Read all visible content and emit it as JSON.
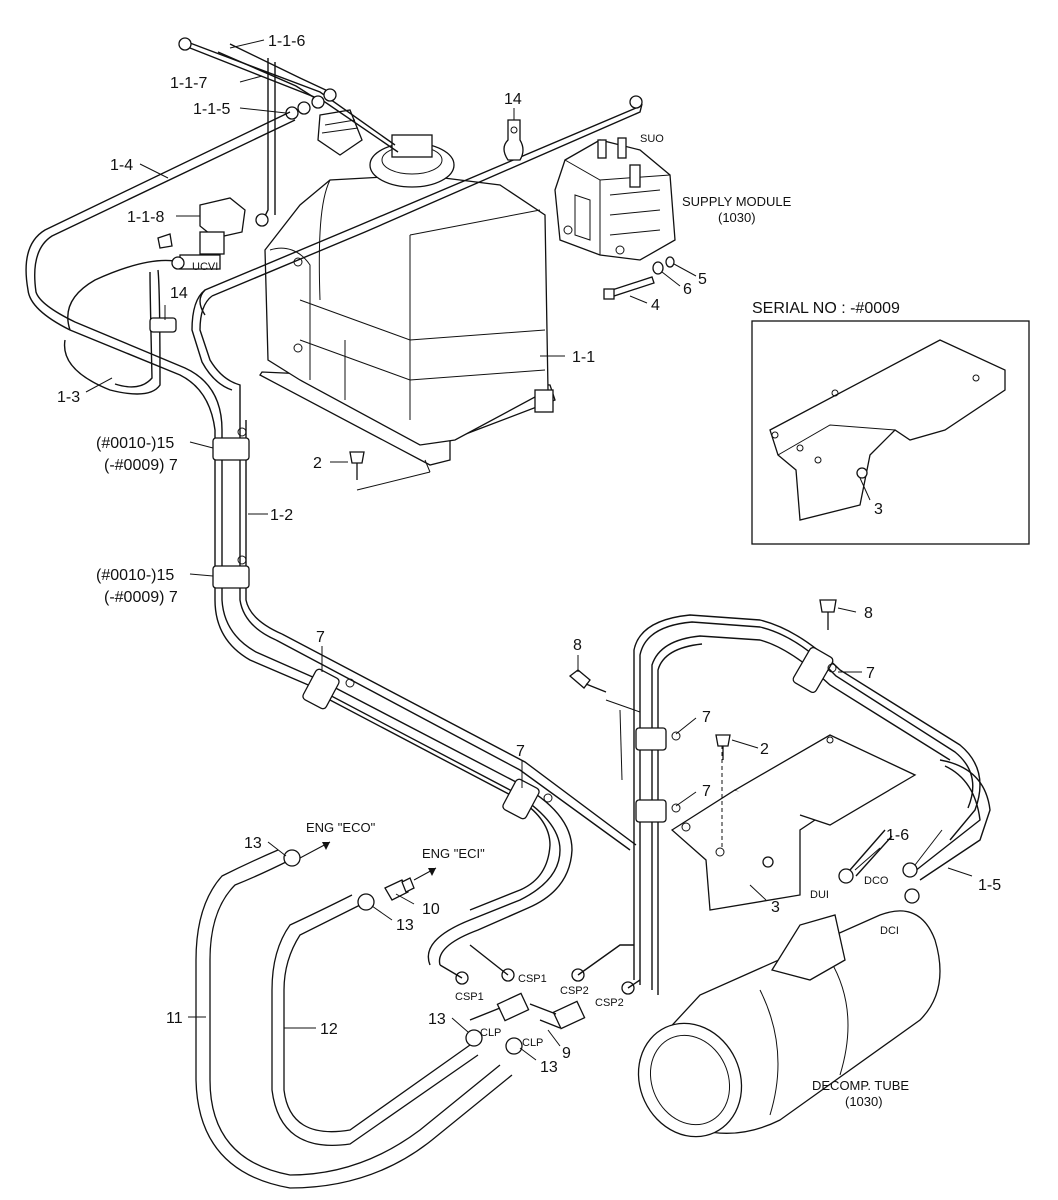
{
  "labels": {
    "l_1_1_6": "1-1-6",
    "l_1_1_7": "1-1-7",
    "l_1_1_5": "1-1-5",
    "l_1_4": "1-4",
    "l_1_1_8": "1-1-8",
    "l_14a": "14",
    "l_14b": "14",
    "l_1_3": "1-3",
    "l_1_1": "1-1",
    "l_2a": "2",
    "l_2b": "2",
    "l_1_2": "1-2",
    "l_15a": "(#0010-)15",
    "l_7a": "(-#0009) 7",
    "l_15b": "(#0010-)15",
    "l_7b": "(-#0009) 7",
    "l_7_1": "7",
    "l_7_2": "7",
    "l_7_3": "7",
    "l_7_4": "7",
    "l_7_5": "7",
    "l_8a": "8",
    "l_8b": "8",
    "l_4": "4",
    "l_5": "5",
    "l_6": "6",
    "l_3a": "3",
    "l_3b": "3",
    "l_1_6": "1-6",
    "l_1_5": "1-5",
    "l_13a": "13",
    "l_13b": "13",
    "l_13c": "13",
    "l_13d": "13",
    "l_10": "10",
    "l_11": "11",
    "l_12": "12",
    "l_9": "9"
  },
  "small_tags": {
    "suo": "SUO",
    "ucvi": "UCVI",
    "csp1_a": "CSP1",
    "csp1_b": "CSP1",
    "csp2_a": "CSP2",
    "csp2_b": "CSP2",
    "clp_a": "CLP",
    "clp_b": "CLP",
    "dui": "DUI",
    "dco": "DCO",
    "dci": "DCI"
  },
  "notes": {
    "supply_module": "SUPPLY MODULE",
    "supply_module_ref": "(1030)",
    "serial": "SERIAL NO : -#0009",
    "eng_eco": "ENG \"ECO\"",
    "eng_eci": "ENG \"ECI\"",
    "decomp_tube": "DECOMP. TUBE",
    "decomp_tube_ref": "(1030)"
  }
}
